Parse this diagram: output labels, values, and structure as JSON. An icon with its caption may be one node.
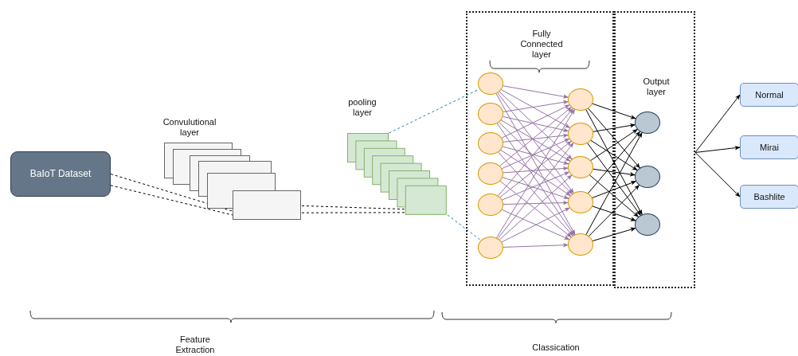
{
  "diagram": {
    "nodes": [
      {
        "text": [
          "BaIoT Dataset"
        ]
      },
      {
        "text": [],
        "shape": "box"
      },
      {
        "text": [],
        "shape": "box"
      },
      {
        "text": [
          "Fully Connected layer"
        ]
      },
      {
        "text": [],
        "shape": "circle",
        "in": 3
      },
      {
        "text": [],
        "shape": "circle",
        "in": 3
      },
      {
        "text": [],
        "shape": "circle",
        "in": 3
      },
      {
        "text": [],
        "shape": "circle",
        "in": 3
      },
      {
        "text": [],
        "shape": "circle",
        "in": 3
      },
      {
        "text": [],
        "shape": "circle",
        "in": 3
      },
      {
        "text": [],
        "shape": "circle",
        "in": 3
      },
      {
        "text": [],
        "shape": "circle",
        "in": 3
      },
      {
        "text": [],
        "shape": "circle",
        "in": 3
      },
      {
        "text": [],
        "shape": "circle",
        "in": 3
      },
      {
        "text": [],
        "shape": "circle",
        "in": 3
      },
      {
        "text": [
          "Output layer"
        ]
      },
      {
        "text": [],
        "shape": "circle",
        "in": 15
      },
      {
        "text": [],
        "shape": "circle",
        "in": 15
      },
      {
        "text": [],
        "shape": "circle",
        "in": 15
      },
      {
        "text": [
          "Normal"
        ]
      },
      {
        "text": [
          "Mirai"
        ]
      },
      {
        "text": [
          "Bashlite"
        ]
      }
    ],
    "edges": [
      {
        "from": 0,
        "to": 1,
        "arrow": "none",
        "style": "dashed",
        "color": "#000000"
      },
      {
        "from": 0,
        "to": 1,
        "arrow": "none",
        "style": "dashed",
        "color": "#000000"
      },
      {
        "from": 1,
        "to": 2,
        "arrow": "none",
        "style": "dashed",
        "color": "#000000"
      },
      {
        "from": 1,
        "to": 2,
        "arrow": "none",
        "style": "dashed",
        "color": "#000000"
      },
      {
        "from": 2,
        "to": 4,
        "arrow": "none",
        "style": "dashed",
        "color": "#1f7fb4"
      },
      {
        "from": 2,
        "to": 9,
        "arrow": "none",
        "style": "dashed",
        "color": "#1f7fb4"
      },
      {
        "from": 4,
        "to": 10,
        "arrow": "to"
      },
      {
        "from": 4,
        "to": 11,
        "arrow": "to"
      },
      {
        "from": 4,
        "to": 12,
        "arrow": "to"
      },
      {
        "from": 4,
        "to": 13,
        "arrow": "to"
      },
      {
        "from": 4,
        "to": 14,
        "arrow": "to"
      },
      {
        "from": 5,
        "to": 10,
        "arrow": "to"
      },
      {
        "from": 5,
        "to": 11,
        "arrow": "to"
      },
      {
        "from": 5,
        "to": 12,
        "arrow": "to"
      },
      {
        "from": 5,
        "to": 13,
        "arrow": "to"
      },
      {
        "from": 5,
        "to": 14,
        "arrow": "to"
      },
      {
        "from": 6,
        "to": 10,
        "arrow": "to"
      },
      {
        "from": 6,
        "to": 11,
        "arrow": "to"
      },
      {
        "from": 6,
        "to": 12,
        "arrow": "to"
      },
      {
        "from": 6,
        "to": 13,
        "arrow": "to"
      },
      {
        "from": 6,
        "to": 14,
        "arrow": "to"
      },
      {
        "from": 7,
        "to": 10,
        "arrow": "to"
      },
      {
        "from": 7,
        "to": 11,
        "arrow": "to"
      },
      {
        "from": 7,
        "to": 12,
        "arrow": "to"
      },
      {
        "from": 7,
        "to": 13,
        "arrow": "to"
      },
      {
        "from": 7,
        "to": 14,
        "arrow": "to"
      },
      {
        "from": 8,
        "to": 10,
        "arrow": "to"
      },
      {
        "from": 8,
        "to": 11,
        "arrow": "to"
      },
      {
        "from": 8,
        "to": 12,
        "arrow": "to"
      },
      {
        "from": 8,
        "to": 13,
        "arrow": "to"
      },
      {
        "from": 8,
        "to": 14,
        "arrow": "to"
      },
      {
        "from": 9,
        "to": 10,
        "arrow": "to"
      },
      {
        "from": 9,
        "to": 11,
        "arrow": "to"
      },
      {
        "from": 9,
        "to": 12,
        "arrow": "to"
      },
      {
        "from": 9,
        "to": 13,
        "arrow": "to"
      },
      {
        "from": 9,
        "to": 14,
        "arrow": "to"
      },
      {
        "from": 10,
        "to": 16,
        "arrow": "to",
        "color": "#000000"
      },
      {
        "from": 10,
        "to": 17,
        "arrow": "to",
        "color": "#000000"
      },
      {
        "from": 10,
        "to": 18,
        "arrow": "to",
        "color": "#000000"
      },
      {
        "from": 11,
        "to": 16,
        "arrow": "to",
        "color": "#000000"
      },
      {
        "from": 11,
        "to": 17,
        "arrow": "to",
        "color": "#000000"
      },
      {
        "from": 11,
        "to": 18,
        "arrow": "to",
        "color": "#000000"
      },
      {
        "from": 12,
        "to": 16,
        "arrow": "to",
        "color": "#000000"
      },
      {
        "from": 12,
        "to": 17,
        "arrow": "to",
        "color": "#000000"
      },
      {
        "from": 12,
        "to": 18,
        "arrow": "to",
        "color": "#000000"
      },
      {
        "from": 13,
        "to": 16,
        "arrow": "to",
        "color": "#000000"
      },
      {
        "from": 13,
        "to": 17,
        "arrow": "to",
        "color": "#000000"
      },
      {
        "from": 13,
        "to": 18,
        "arrow": "to",
        "color": "#000000"
      },
      {
        "from": 14,
        "to": 16,
        "arrow": "to",
        "color": "#000000"
      },
      {
        "from": 14,
        "to": 17,
        "arrow": "to",
        "color": "#000000"
      },
      {
        "from": 14,
        "to": 18,
        "arrow": "to",
        "color": "#000000"
      },
      {
        "from": 15,
        "to": 19,
        "arrow": "to",
        "color": "#000000"
      },
      {
        "from": 15,
        "to": 20,
        "arrow": "to",
        "color": "#000000"
      },
      {
        "from": 15,
        "to": 21,
        "arrow": "to",
        "color": "#000000"
      }
    ],
    "labels": [
      "Convulutional layer",
      "pooling layer",
      "Feature Extraction",
      "Classication"
    ]
  }
}
